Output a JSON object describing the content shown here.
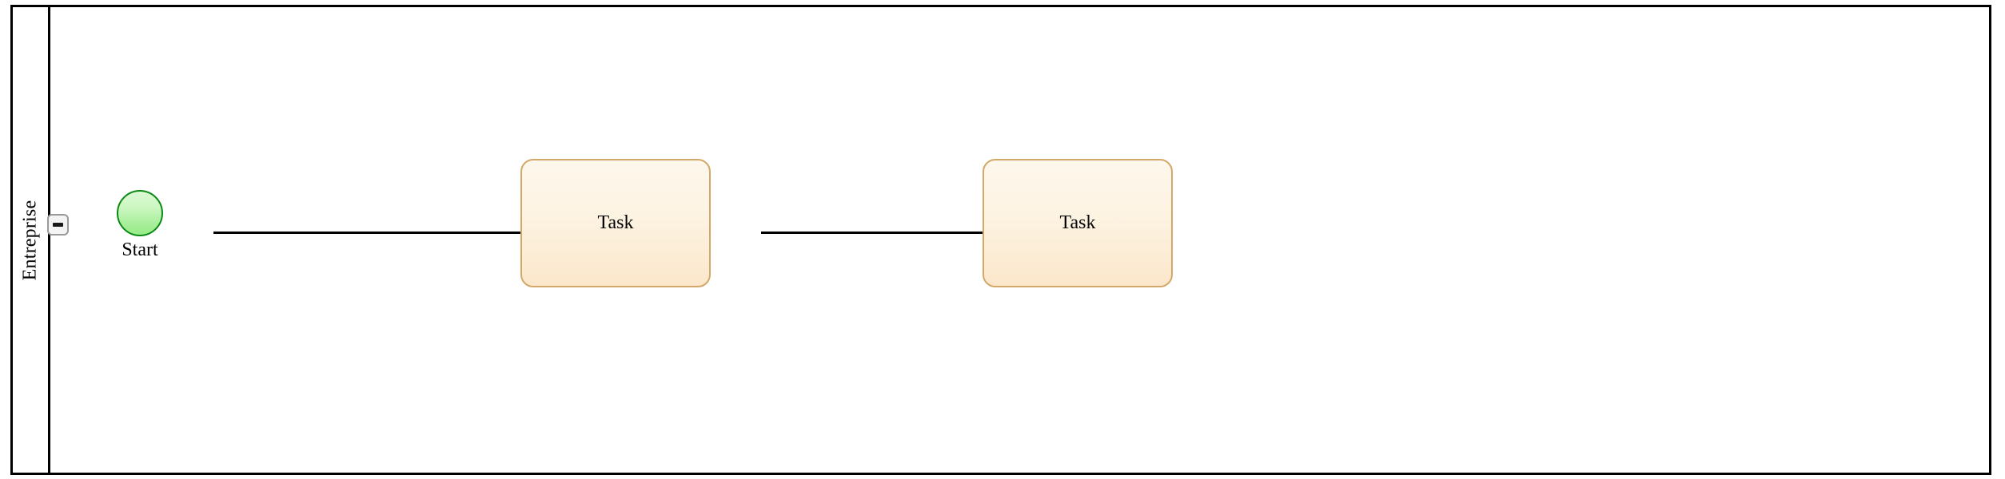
{
  "diagram": {
    "type": "bpmn-process",
    "title": "Entreprise",
    "background_color": "#ffffff"
  },
  "pool": {
    "name": "Entreprise",
    "border_color": "#000000",
    "collapse_button": {
      "icon": "minus-icon",
      "state": "expanded",
      "border_color": "#9a9a9a",
      "fill_color": "#f4f4f4"
    }
  },
  "nodes": [
    {
      "id": "start-event",
      "type": "start-event",
      "label": "Start",
      "shape": "circle",
      "fill_color": "#b6f2a8",
      "border_color": "#0b8a16"
    },
    {
      "id": "task-1",
      "type": "task",
      "label": "Task",
      "shape": "rounded-rectangle",
      "fill_color": "#fdf1dd",
      "border_color": "#d3a868"
    },
    {
      "id": "task-2",
      "type": "task",
      "label": "Task",
      "shape": "rounded-rectangle",
      "fill_color": "#fdf1dd",
      "border_color": "#d3a868"
    }
  ],
  "flows": [
    {
      "id": "flow-1",
      "type": "sequence-flow",
      "from": "start-event",
      "to": "task-1",
      "color": "#000000"
    },
    {
      "id": "flow-2",
      "type": "sequence-flow",
      "from": "task-1",
      "to": "task-2",
      "color": "#000000"
    }
  ]
}
